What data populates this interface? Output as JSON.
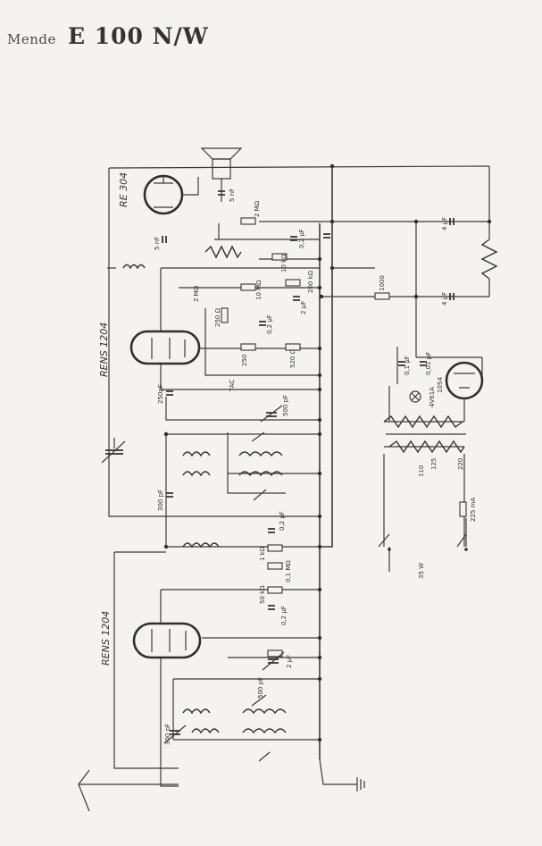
{
  "header": {
    "maker": "Mende",
    "model": "E 100 N/W"
  },
  "tubes": {
    "output": "RE 304",
    "detector": "RENS 1204",
    "hf": "RENS 1204",
    "rectifier_lamp": "4V61A",
    "rectifier_code": "1054"
  },
  "components": {
    "c_speaker": "5 nF",
    "r_2m": "2 MΩ",
    "c_5nf": "5 nF",
    "c_02_a": "0,2 µF",
    "r_10k": "10 kΩ",
    "r_2m_b": "2 MΩ",
    "r_10m": "10 MΩ",
    "r_200k": "200 kΩ",
    "c_2uf": "2 µF",
    "r_250": "250 Ω",
    "c_02_b": "0,2 µF",
    "r_250b": "250",
    "r_520": "520 Ω",
    "c_250pf": "250pF",
    "c_500pf": "500 pF",
    "c_300pf_a": "300 pF",
    "c_02_c": "0,2 µF",
    "r_1k": "1 kΩ",
    "r_01m": "0,1 MΩ",
    "r_50k": "50 kΩ",
    "c_02_d": "0,2 µF",
    "c_500pf_b": "500 pF",
    "c_300pf_b": "300 pF",
    "c_4uf_a": "4 µF",
    "c_4uf_b": "4 µF",
    "r_1000": "1000",
    "c_01_a": "0,1 µF",
    "c_001": "0,01 µF",
    "tap_110": "110",
    "tap_125": "125",
    "tap_220": "220",
    "fuse": "225 mA",
    "power": "35 W",
    "coupler": "TAC",
    "c_2uf_b": "2 µF"
  }
}
